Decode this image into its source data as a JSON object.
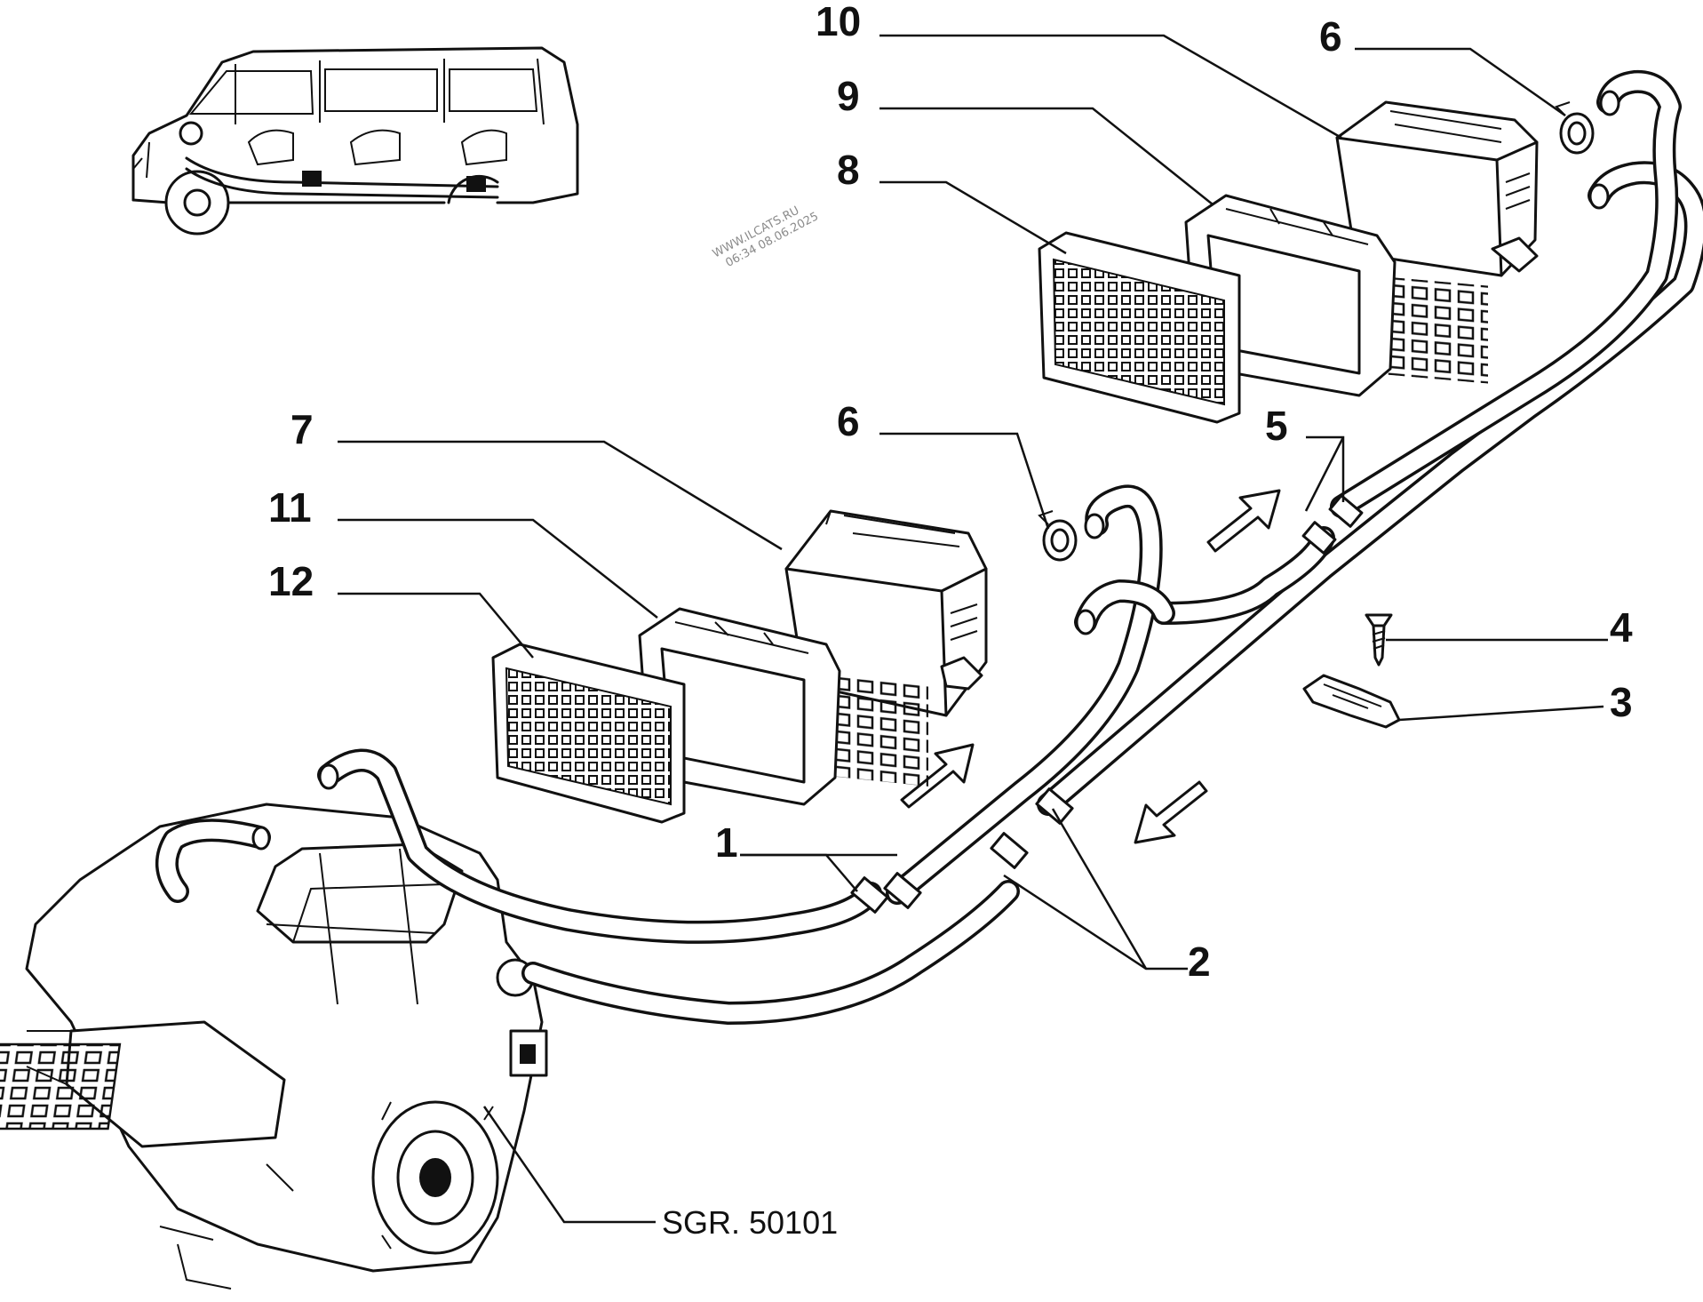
{
  "callouts": {
    "n1": "1",
    "n2": "2",
    "n3": "3",
    "n4": "4",
    "n5": "5",
    "n6a": "6",
    "n6b": "6",
    "n7": "7",
    "n8": "8",
    "n9": "9",
    "n10": "10",
    "n11": "11",
    "n12": "12"
  },
  "reference": "SGR. 50101",
  "watermark": {
    "line1": "WWW.ILCATS.RU",
    "line2": "06:34 08.06.2025"
  }
}
